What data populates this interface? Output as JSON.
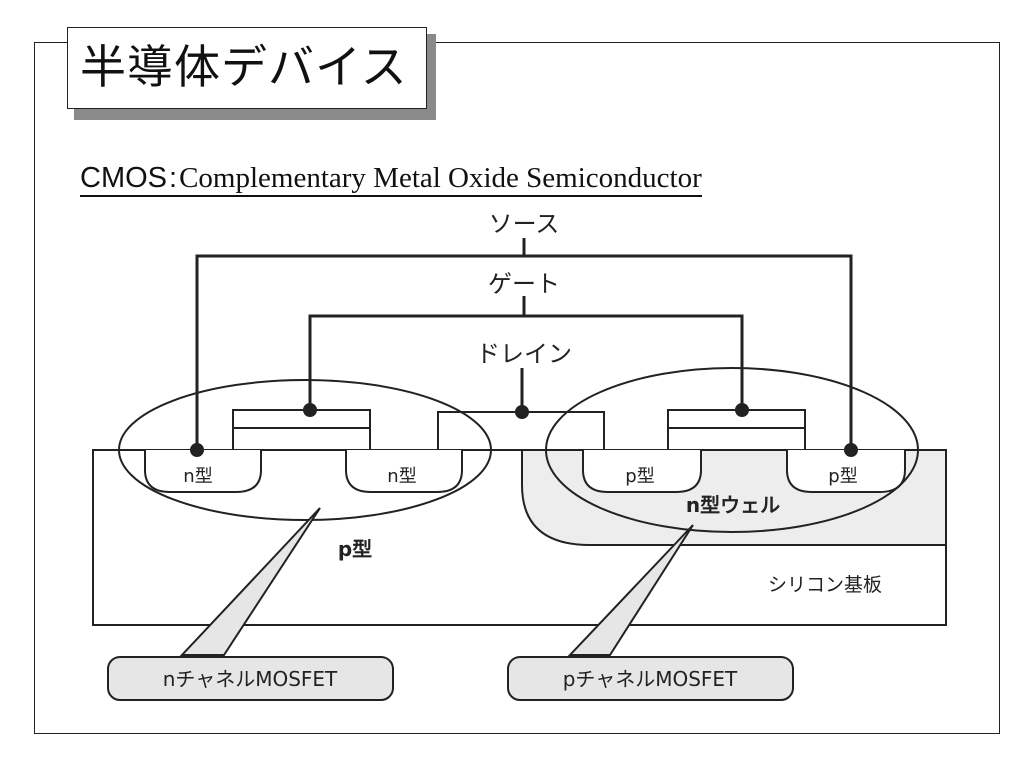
{
  "slide": {
    "title": "半導体デバイス",
    "subtitle_abbr": "CMOS",
    "subtitle_colon": ":",
    "subtitle_full": "Complementary Metal Oxide Semiconductor"
  },
  "diagram": {
    "terminals": {
      "source": "ソース",
      "gate": "ゲート",
      "drain": "ドレイン"
    },
    "regions": {
      "n_left": "n型",
      "n_right": "n型",
      "p_left": "p型",
      "p_right": "p型",
      "p_substrate": "p型",
      "n_well": "n型ウェル",
      "substrate": "シリコン基板"
    },
    "callouts": {
      "nmos": "nチャネルMOSFET",
      "pmos": "pチャネルMOSFET"
    }
  }
}
